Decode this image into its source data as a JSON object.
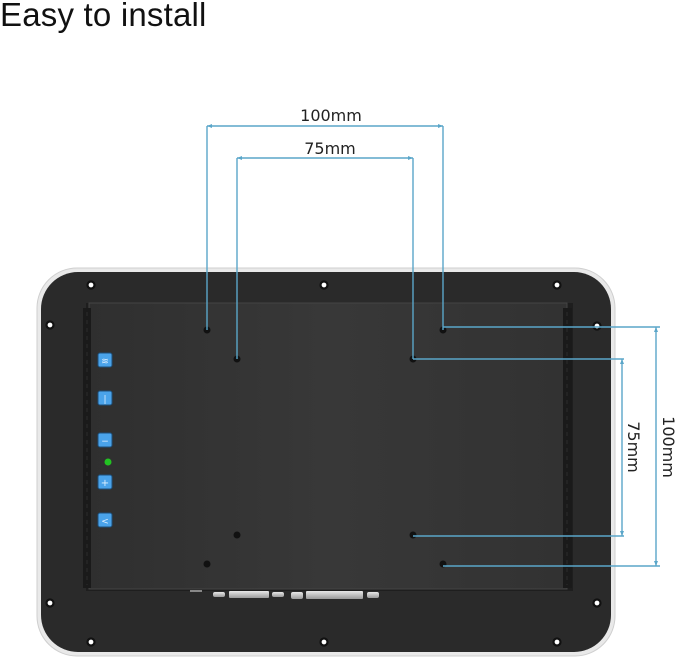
{
  "title": "Easy to install",
  "dimensions": {
    "horizontal_outer": "100mm",
    "horizontal_inner": "75mm",
    "vertical_outer": "100mm",
    "vertical_inner": "75mm"
  },
  "device": {
    "description": "Monitor rear view with VESA mounting holes",
    "buttons": [
      {
        "name": "menu-button",
        "glyph": "≋"
      },
      {
        "name": "power-button",
        "glyph": "|"
      },
      {
        "name": "minus-button",
        "glyph": "−"
      },
      {
        "name": "plus-button",
        "glyph": "+"
      },
      {
        "name": "source-button",
        "glyph": "<"
      }
    ],
    "indicator_color": "#22c322",
    "body_color": "#2b2b2b",
    "panel_color": "#333333",
    "button_color": "#4aa3ea",
    "dimension_line_color": "#5aa6c9"
  }
}
